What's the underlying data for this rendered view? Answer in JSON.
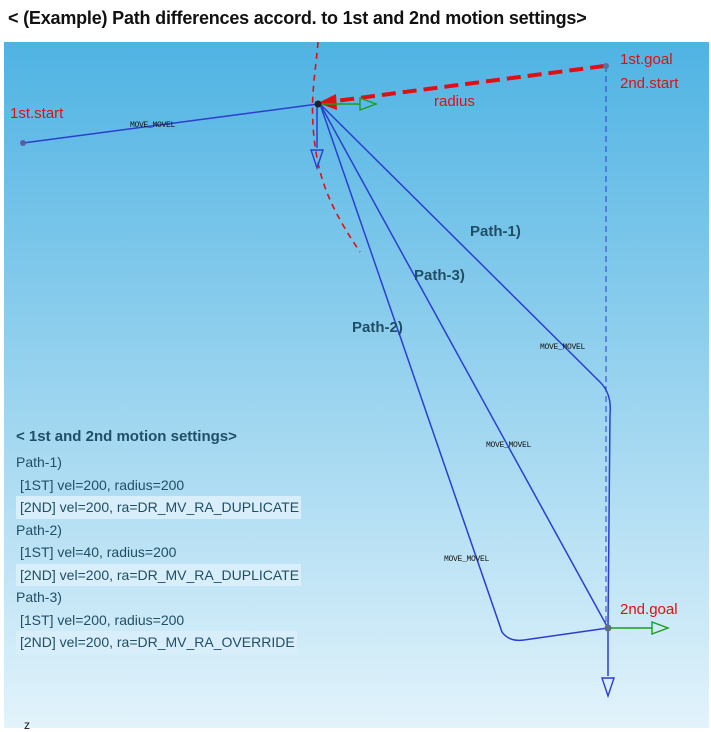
{
  "title": "< (Example) Path differences accord. to 1st and 2nd motion settings>",
  "points": {
    "first_start": "1st.start",
    "first_goal": "1st.goal",
    "second_start": "2nd.start",
    "second_goal": "2nd.goal"
  },
  "radius_label": "radius",
  "paths": {
    "path1": "Path-1)",
    "path2": "Path-2)",
    "path3": "Path-3)"
  },
  "move_labels": {
    "movel_top": "MOVE_MOVEL",
    "movel_path1": "MOVE_MOVEL",
    "movel_path3": "MOVE_MOVEL",
    "movel_path2": "MOVE_MOVEL"
  },
  "settings": {
    "title": "< 1st and 2nd motion settings>",
    "path1": {
      "name": "Path-1)",
      "first": "[1ST]   vel=200,  radius=200",
      "second": "[2ND]  vel=200, ra=DR_MV_RA_DUPLICATE"
    },
    "path2": {
      "name": "Path-2)",
      "first": "[1ST]   vel=40, radius=200",
      "second": "[2ND]  vel=200, ra=DR_MV_RA_DUPLICATE"
    },
    "path3": {
      "name": "Path-3)",
      "first": "[1ST]   vel=200, radius=200",
      "second": "[2ND]  vel=200, ra=DR_MV_RA_OVERRIDE"
    }
  },
  "axis_mark": "z",
  "colors": {
    "sky_top": "#4fb3e3",
    "sky_bottom": "#e2f3fb",
    "path_blue": "#2a3fd0",
    "radius_red": "#e01010",
    "axis_green": "#1f9a1f",
    "text_dark_teal": "#1f4e66"
  }
}
